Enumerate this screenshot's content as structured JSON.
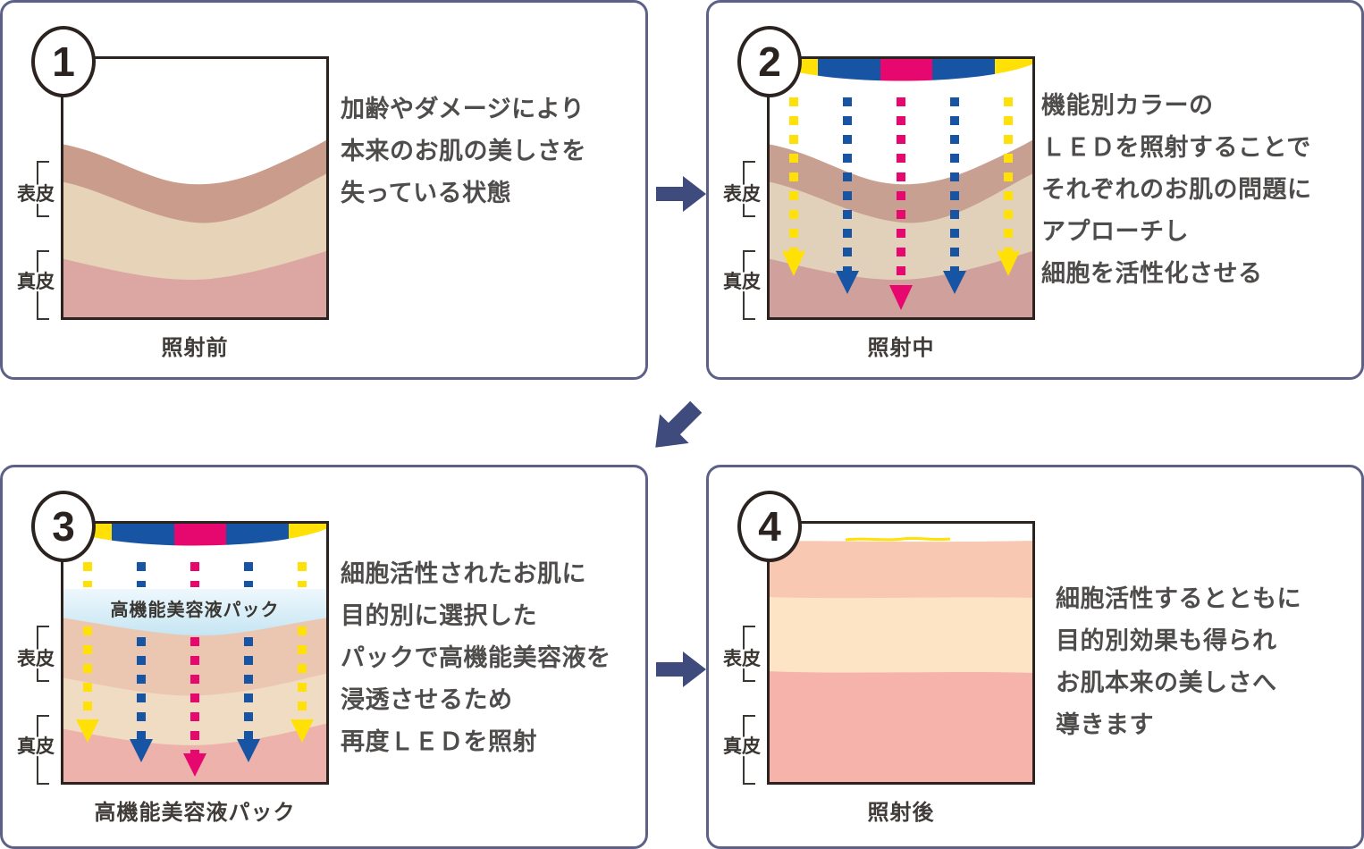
{
  "diagram_title": "LED facial treatment 4-step process",
  "colors": {
    "panel_border": "#5d6188",
    "flow_arrow": "#3e4b7c",
    "box_outline": "#2b2320",
    "description_text": "#4f4c4c",
    "label_text": "#3a3632",
    "led_yellow": "#ffe107",
    "led_blue": "#1754a3",
    "led_pink": "#e6086e",
    "skin_tan": "#c99c8c",
    "skin_cream": "#e7d3b7",
    "skin_pink": "#dca6a3",
    "healthy_peach": "#f8c8b2",
    "healthy_cream": "#fce4c5",
    "healthy_pink": "#f5b3ac",
    "pack_blue": "#c6e5f3"
  },
  "panels": [
    {
      "number": "1",
      "caption": "照射前",
      "labels": {
        "epidermis": "表皮",
        "dermis": "真皮"
      },
      "description_lines": [
        "加齢やダメージにより",
        "本来のお肌の美しさを",
        "失っている状態"
      ]
    },
    {
      "number": "2",
      "caption": "照射中",
      "labels": {
        "epidermis": "表皮",
        "dermis": "真皮"
      },
      "description_lines": [
        "機能別カラーの",
        "ＬＥＤを照射することで",
        "それぞれのお肌の問題に",
        "アプローチし",
        "細胞を活性化させる"
      ]
    },
    {
      "number": "3",
      "caption": "高機能美容液パック",
      "pack_label": "高機能美容液パック",
      "labels": {
        "epidermis": "表皮",
        "dermis": "真皮"
      },
      "description_lines": [
        "細胞活性されたお肌に",
        "目的別に選択した",
        "パックで高機能美容液を",
        "浸透させるため",
        "再度ＬＥＤを照射"
      ]
    },
    {
      "number": "4",
      "caption": "照射後",
      "labels": {
        "epidermis": "表皮",
        "dermis": "真皮"
      },
      "description_lines": [
        "細胞活性するとともに",
        "目的別効果も得られ",
        "お肌本来の美しさへ",
        "導きます"
      ]
    }
  ]
}
